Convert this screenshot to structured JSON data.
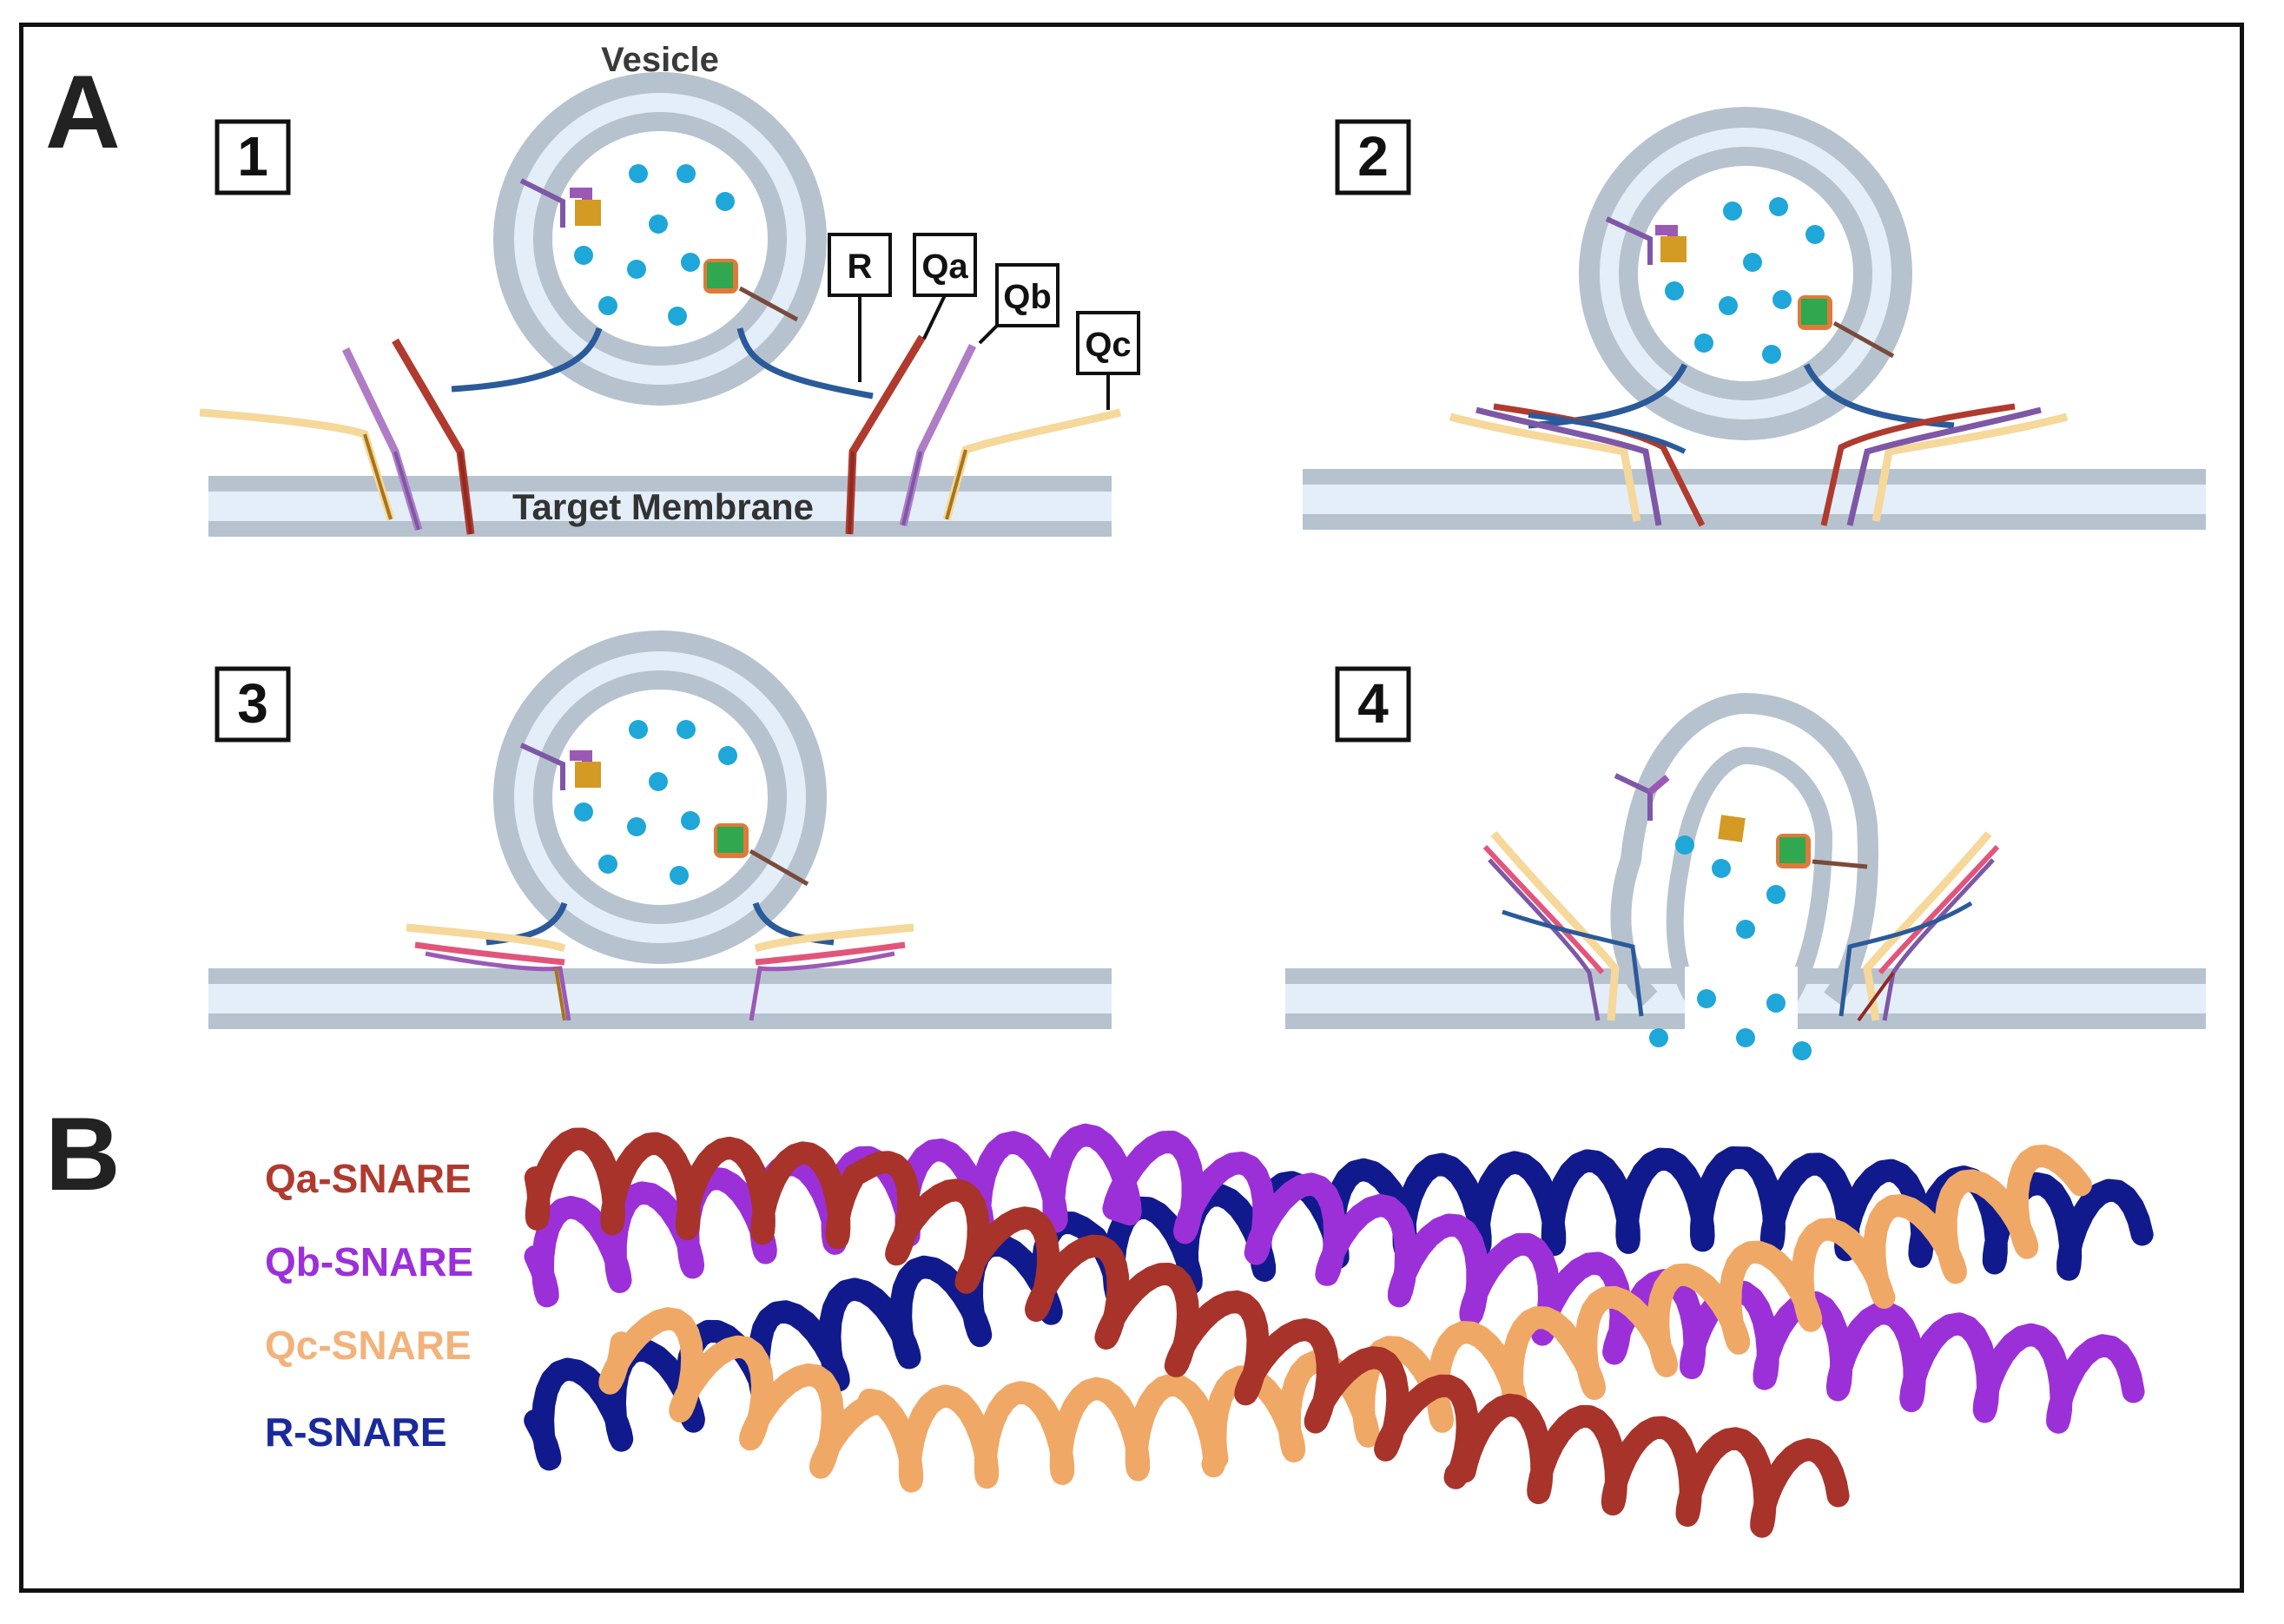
{
  "panels": {
    "a_label": "A",
    "b_label": "B"
  },
  "steps": [
    "1",
    "2",
    "3",
    "4"
  ],
  "labels": {
    "vesicle": "Vesicle",
    "target_membrane": "Target Membrane",
    "snare_tags": [
      "R",
      "Qa",
      "Qb",
      "Qc"
    ]
  },
  "legend": [
    {
      "label": "Qa-SNARE",
      "color": "#b03a2e"
    },
    {
      "label": "Qb-SNARE",
      "color": "#9b30d9"
    },
    {
      "label": "Qc-SNARE",
      "color": "#f3b27a"
    },
    {
      "label": "R-SNARE",
      "color": "#1a2a9a"
    }
  ],
  "colors": {
    "membrane": "#b7c2cf",
    "membrane_fill": "#e3eef8",
    "cargo": "#1ea7d8",
    "qa": "#b03a2e",
    "qb": "#9b59b6",
    "qc": "#f5d89a",
    "r": "#2a5a9a",
    "helix_qa": "#a8332a",
    "helix_qb": "#9b30d9",
    "helix_qc": "#f0a866",
    "helix_r": "#111a8c"
  }
}
